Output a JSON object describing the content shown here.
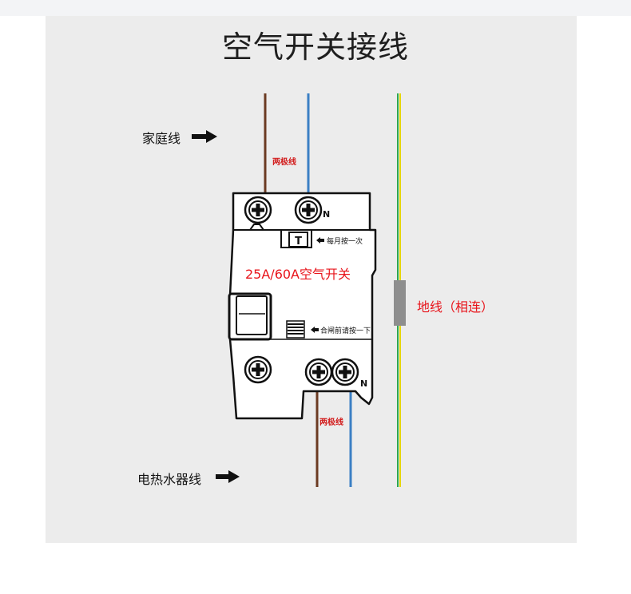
{
  "title": "空气开关接线",
  "labels": {
    "home_line": "家庭线",
    "heater_line": "电热水器线",
    "two_pole_top": "两极线",
    "two_pole_bottom": "两极线",
    "earth_line": "地线（相连）",
    "breaker_rating": "25A/60A空气开关",
    "test_button_note": "每月按一次",
    "reset_note": "合闸前请按一下",
    "test_button_symbol": "T",
    "neutral_top": "N",
    "neutral_bottom": "N"
  },
  "colors": {
    "live_wire": "#6b3a22",
    "neutral_wire": "#3b7fc4",
    "earth_wire_green": "#2fa84f",
    "earth_wire_yellow": "#e6d600",
    "accent_red": "#e8141b"
  },
  "icons": {
    "arrow": "right-arrow-icon",
    "screw": "screw-terminal-icon"
  }
}
